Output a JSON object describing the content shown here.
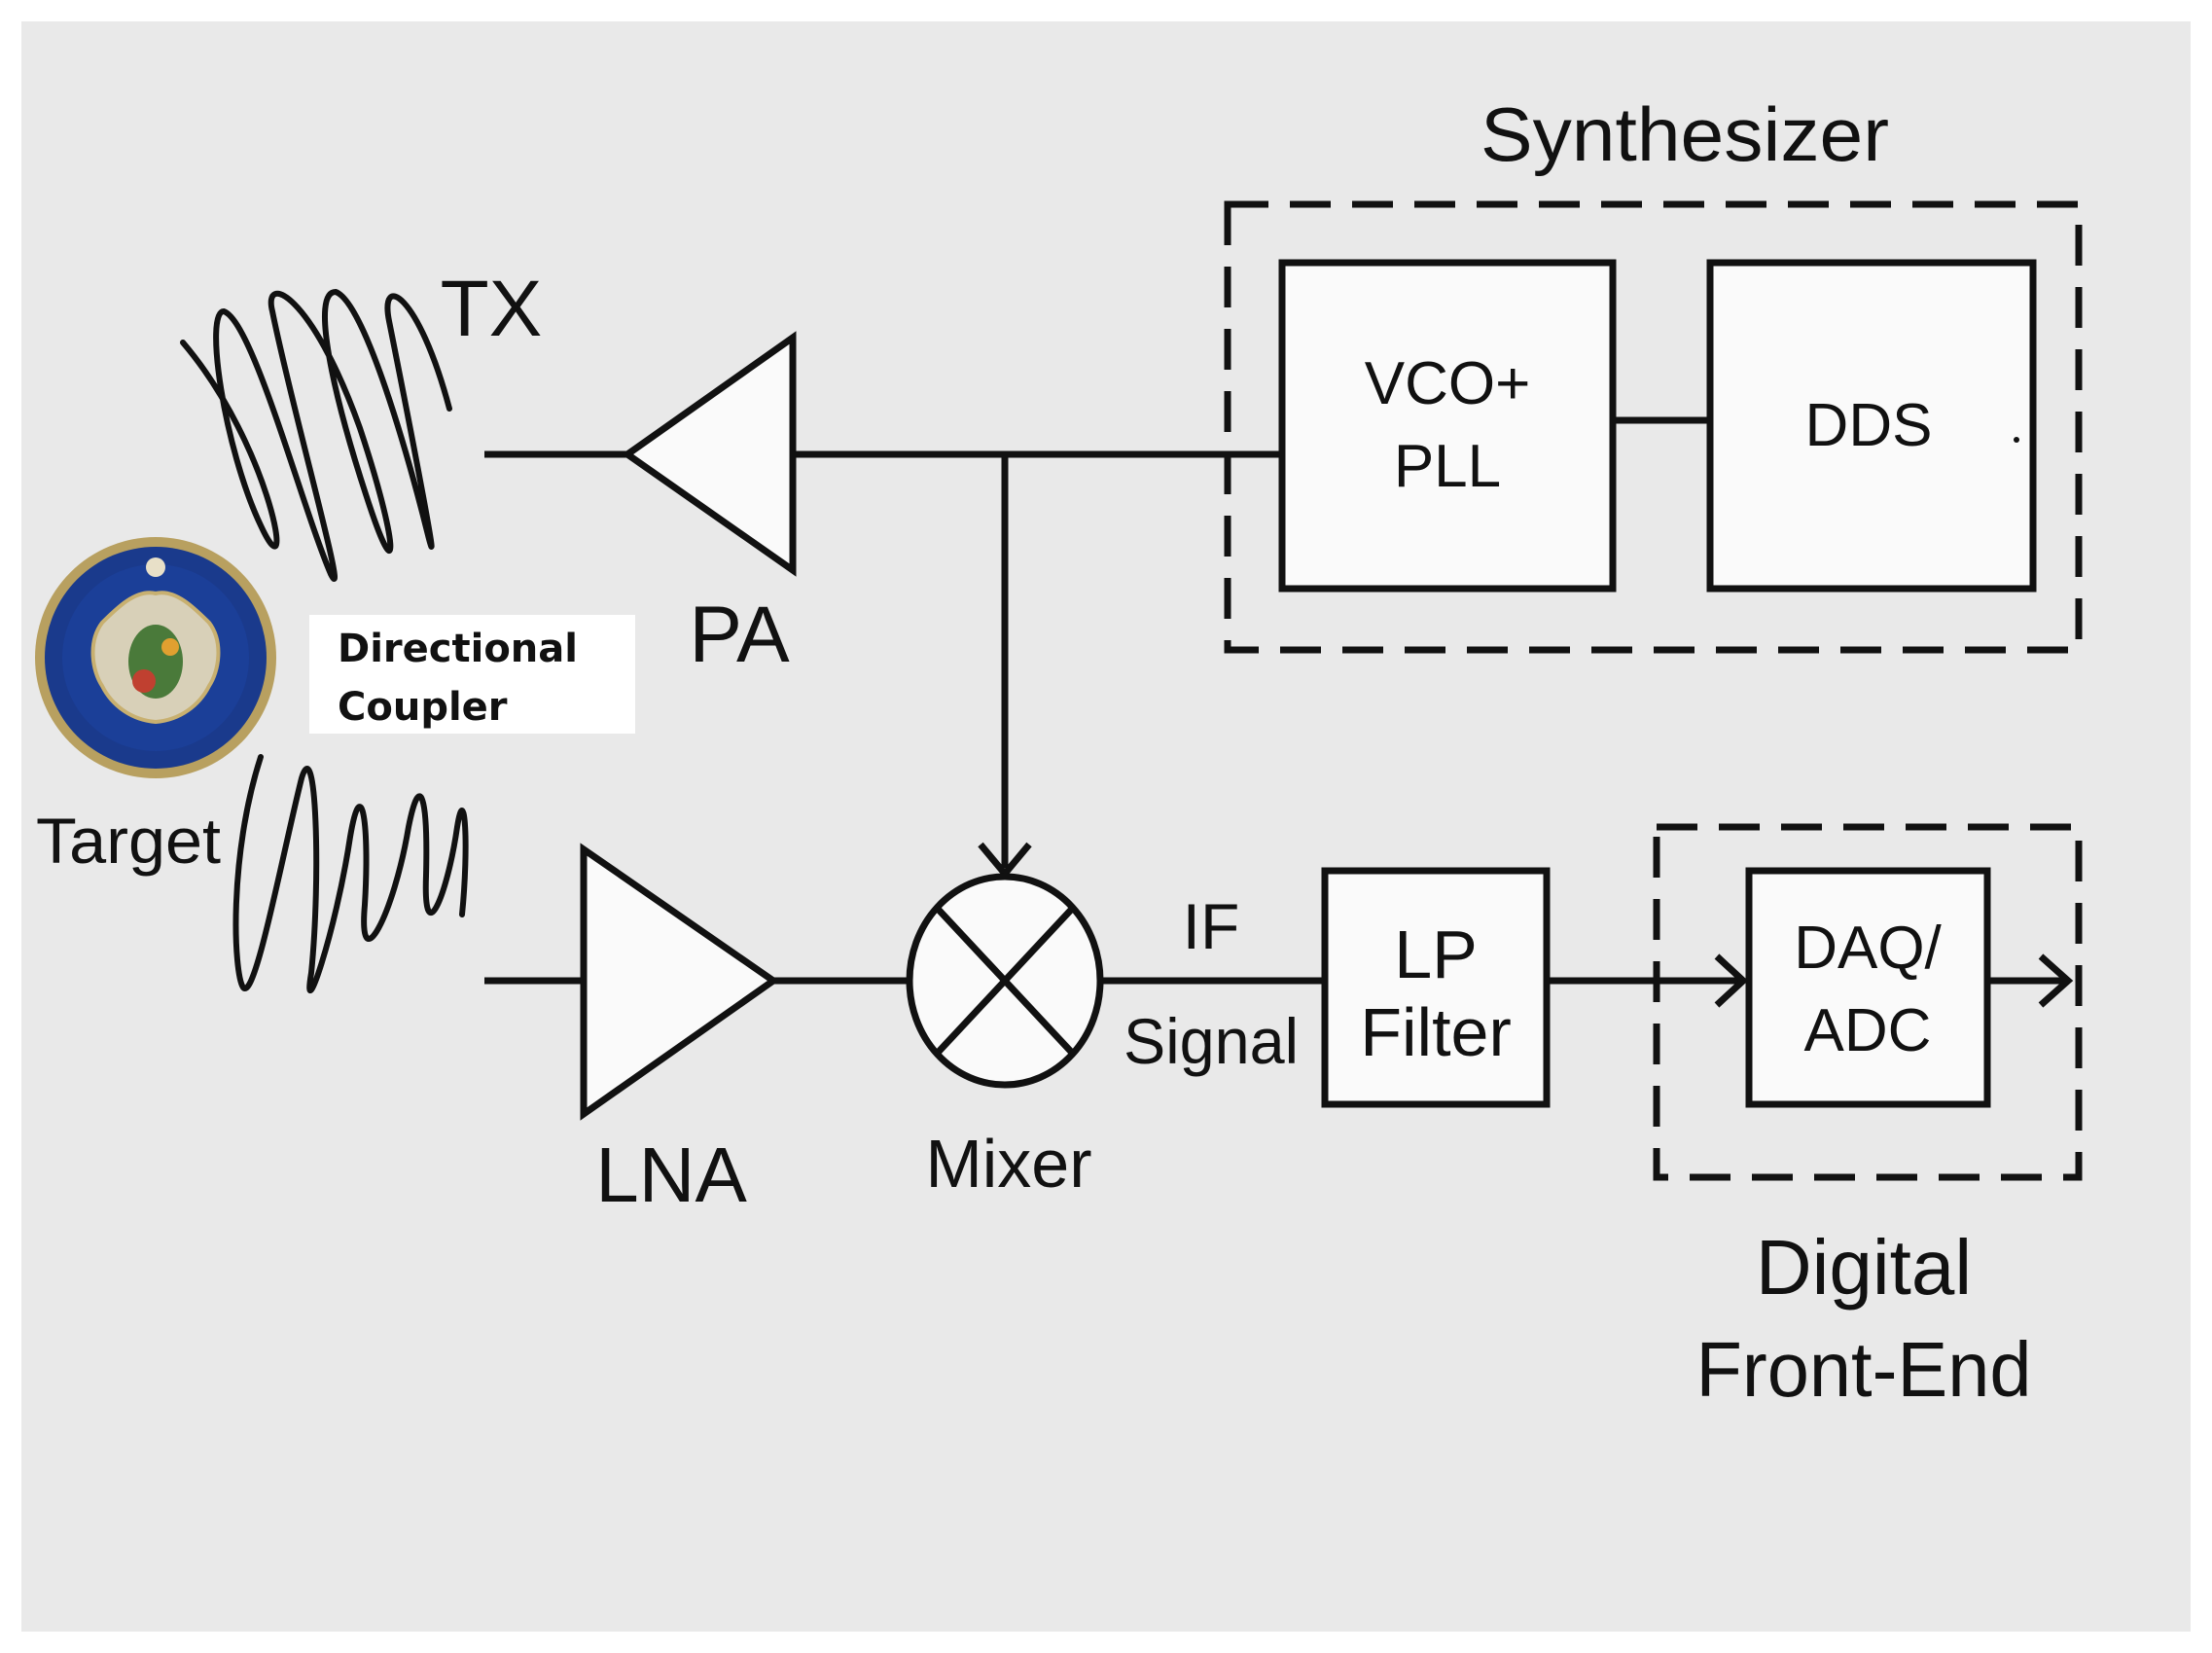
{
  "diagram": {
    "background": "#e9e9e9",
    "line_color": "#111111",
    "box_fill": "#fafafa",
    "target_colors": {
      "rim": "#b8a060",
      "field": "#1a3a8c",
      "center": "#d8d0b8"
    },
    "labels": {
      "synthesizer": "Synthesizer",
      "tx": "TX",
      "pa": "PA",
      "target": "Target",
      "lna": "LNA",
      "mixer": "Mixer",
      "if": "IF",
      "signal": "Signal",
      "digital": "Digital",
      "front_end": "Front-End"
    },
    "blocks": {
      "vco_line1": "VCO+",
      "vco_line2": "PLL",
      "dds": "DDS",
      "lp_line1": "LP",
      "lp_line2": "Filter",
      "daq_line1": "DAQ/",
      "daq_line2": "ADC"
    },
    "coupler": {
      "line1": "Directional",
      "line2": "Coupler"
    }
  }
}
